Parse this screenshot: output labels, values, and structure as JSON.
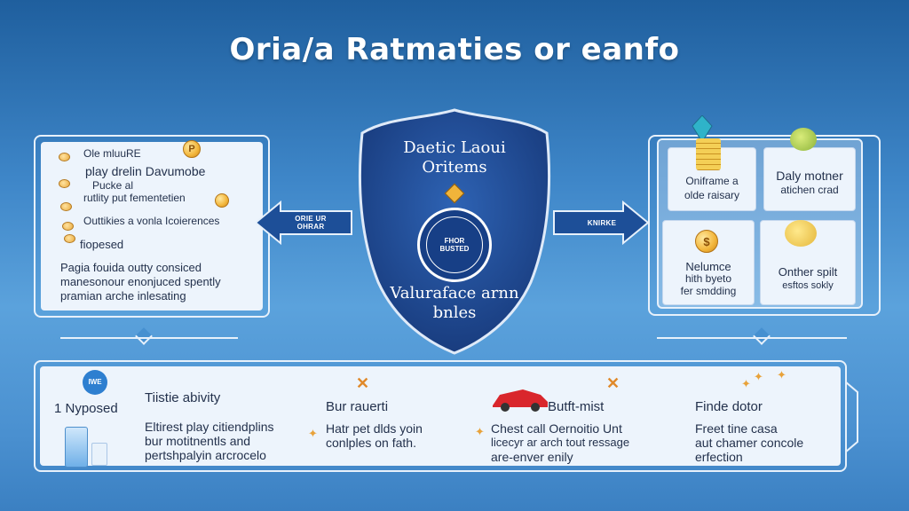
{
  "title": {
    "main": "Oria/a Ratmaties or ",
    "tail": "eanfo"
  },
  "left_panel": {
    "coin_glyph": "P",
    "lines": [
      "Ole mluuRE",
      "play drelin Davumobe",
      "Pucke al",
      "rutlity put fementetien",
      "Outtikies a vonla Icoierences",
      "fiopesed",
      "Pagia fouida outty consiced",
      "manesonour enonjuced spently",
      "pramian arche inlesating"
    ]
  },
  "shield": {
    "top_line1": "Daetic Laoui",
    "top_line2": "Oritems",
    "seal_line1": "FHOR",
    "seal_line2": "BUSTED",
    "bottom_line1": "Valuraface arnn",
    "bottom_line2": "bnles"
  },
  "arrows": {
    "left_line1": "ORIE UR",
    "left_line2": "OHRAR",
    "right_label": "KNIRKE"
  },
  "right_panel": {
    "cards": [
      {
        "line1": "Oniframe a",
        "line2": "olde raisary"
      },
      {
        "line1": "Daly motner",
        "line2": "atichen crad"
      },
      {
        "line1": "Nelumce",
        "line2": "hith byeto",
        "line3": "fer smdding",
        "coin_glyph": "$"
      },
      {
        "line1": "Onther spilt",
        "line2": "esftos sokly"
      }
    ]
  },
  "bottom_panel": {
    "badge_icon_text": "IWE",
    "left_label": "1 Nyposed",
    "col1": {
      "heading": "Tiistie abivity",
      "lines": [
        "Eltirest play citiendplins",
        "bur motitnentls and",
        "pertshpalyin arcrocelo"
      ]
    },
    "col2": {
      "heading": "Bur rauerti",
      "lines": [
        "Hatr pet dlds yoin",
        "conlples on fath."
      ]
    },
    "col3": {
      "heading": "Butft-mist",
      "lines": [
        "Chest call Oernoitio Unt",
        "licecyr ar arch tout ressage",
        "are-enver enily"
      ]
    },
    "col4": {
      "heading": "Finde dotor",
      "lines": [
        "Freet tine casa",
        "aut chamer concole",
        "erfection"
      ]
    }
  },
  "colors": {
    "background_top": "#1f5f9e",
    "background_mid": "#5ba2dc",
    "shield_fill": "#1e4a94",
    "panel_fill": "#edf4fc",
    "panel_border": "#e7f1fb",
    "accent_gold": "#f2b53a"
  },
  "icons": [
    "coin-icon",
    "dollar-coin-icon",
    "shield-icon",
    "seal-icon",
    "arrow-left-icon",
    "arrow-right-icon",
    "star-icon",
    "x-mark-icon",
    "bottle-icon",
    "sports-car-icon",
    "gem-icon",
    "tag-icon"
  ]
}
